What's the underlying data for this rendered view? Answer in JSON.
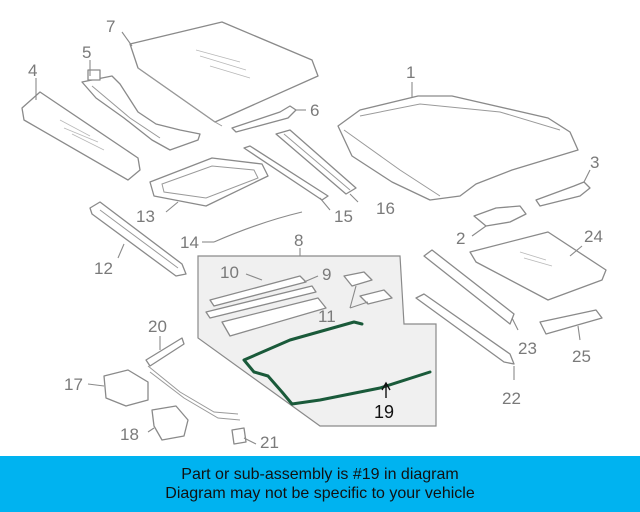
{
  "callouts": {
    "c1": "1",
    "c2": "2",
    "c3": "3",
    "c4": "4",
    "c5": "5",
    "c6": "6",
    "c7": "7",
    "c8": "8",
    "c9": "9",
    "c10": "10",
    "c11": "11",
    "c12": "12",
    "c13": "13",
    "c14": "14",
    "c15": "15",
    "c16": "16",
    "c17": "17",
    "c18": "18",
    "c19": "19",
    "c20": "20",
    "c21": "21",
    "c22": "22",
    "c23": "23",
    "c24": "24",
    "c25": "25"
  },
  "highlighted_part": "19",
  "colors": {
    "banner": "#00b3f0",
    "highlight_stroke": "#1a5a3a",
    "part_stroke": "#8a8a8a",
    "inset_fill": "#f0f0f0"
  },
  "banner": {
    "line1": "Part or sub-assembly is #19 in diagram",
    "line2": "Diagram may not be specific to your vehicle"
  }
}
